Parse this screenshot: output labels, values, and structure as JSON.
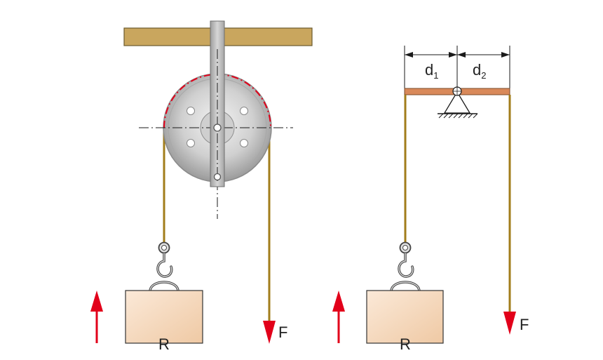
{
  "labels": {
    "load_left": "R",
    "load_right": "R",
    "force_left": "F",
    "force_right": "F",
    "d1_main": "d",
    "d1_sub": "1",
    "d2_main": "d",
    "d2_sub": "2"
  },
  "colors": {
    "beam": "#c9a65e",
    "beam_stroke": "#6b5a2e",
    "lever": "#d9895a",
    "rope": "#a27d1b",
    "load_fill": "#f4dcc4",
    "arrow": "#e2001a",
    "pulley_outer": "#b3b3b3",
    "pulley_inner": "#e6e6e6",
    "hanger": "#b8b8b8"
  },
  "icons": {
    "force_arrow": "arrow-down-icon",
    "reaction_arrow": "arrow-up-icon",
    "hook": "hook-icon",
    "pivot": "pivot-support-icon"
  }
}
